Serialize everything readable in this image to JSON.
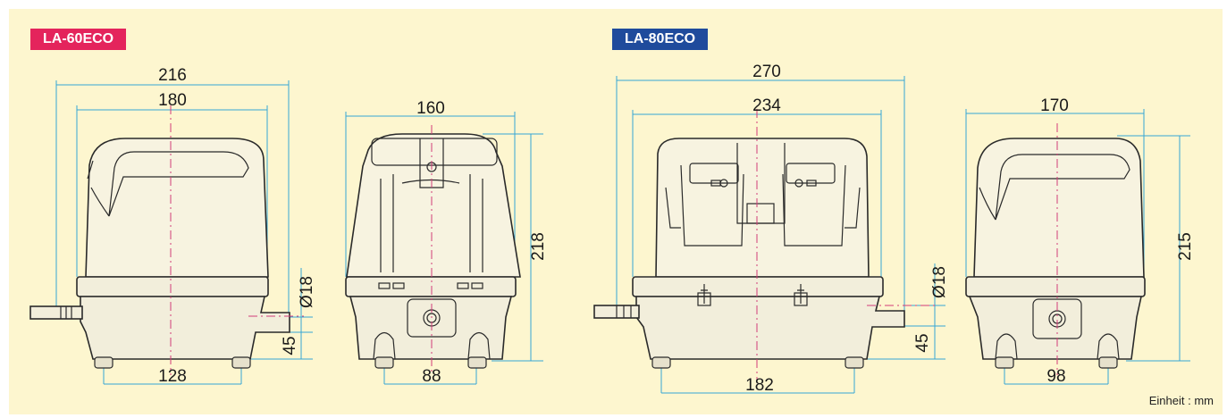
{
  "models": {
    "a": {
      "name": "LA-60ECO",
      "color": "#e4245c"
    },
    "b": {
      "name": "LA-80ECO",
      "color": "#1f4b9c"
    }
  },
  "dims": {
    "a_side_width_overall": "216",
    "a_side_width_body": "180",
    "a_side_foot_spacing": "128",
    "a_side_port_diameter": "Ø18",
    "a_side_port_height": "45",
    "a_front_width": "160",
    "a_front_height": "218",
    "a_front_foot_spacing": "88",
    "b_side_width_overall": "270",
    "b_side_width_body": "234",
    "b_side_foot_spacing": "182",
    "b_side_port_diameter": "Ø18",
    "b_side_port_height": "45",
    "b_front_width": "170",
    "b_front_height": "215",
    "b_front_foot_spacing": "98"
  },
  "unit_label": "Einheit : mm",
  "colors": {
    "background": "#fdf6cf",
    "dimension_line": "#35a6d6",
    "center_line": "#d23c78"
  }
}
